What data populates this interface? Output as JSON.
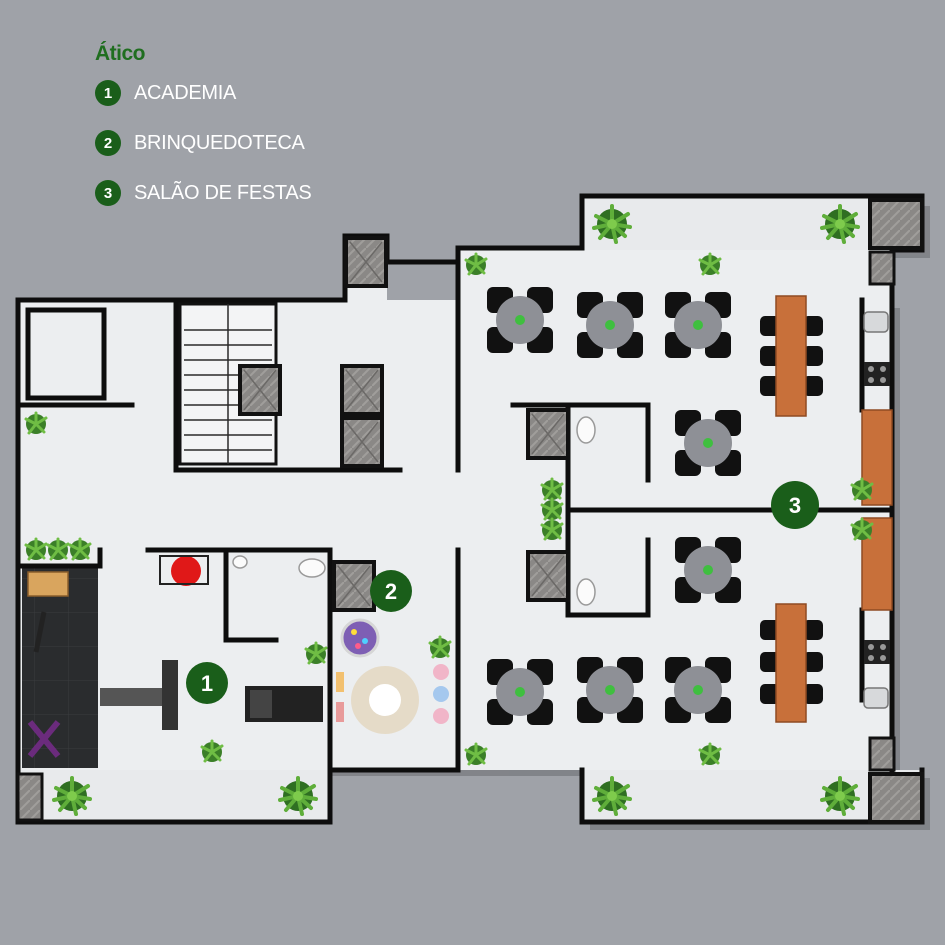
{
  "legend": {
    "title": "Ático",
    "items": [
      {
        "number": "1",
        "label": "ACADEMIA"
      },
      {
        "number": "2",
        "label": "BRINQUEDOTECA"
      },
      {
        "number": "3",
        "label": "SALÃO DE FESTAS"
      }
    ]
  },
  "map_markers": {
    "academia": "1",
    "brinquedoteca": "2",
    "salao_de_festas": "3"
  },
  "colors": {
    "background": "#9fa2a8",
    "floor": "#eceef0",
    "wall": "#0d0d0d",
    "badge": "#1a5e1a",
    "title": "#1f6e1f",
    "table": "#8e9096",
    "chair": "#111111",
    "wood": "#c8703a",
    "plant": "#3f8c2a"
  }
}
